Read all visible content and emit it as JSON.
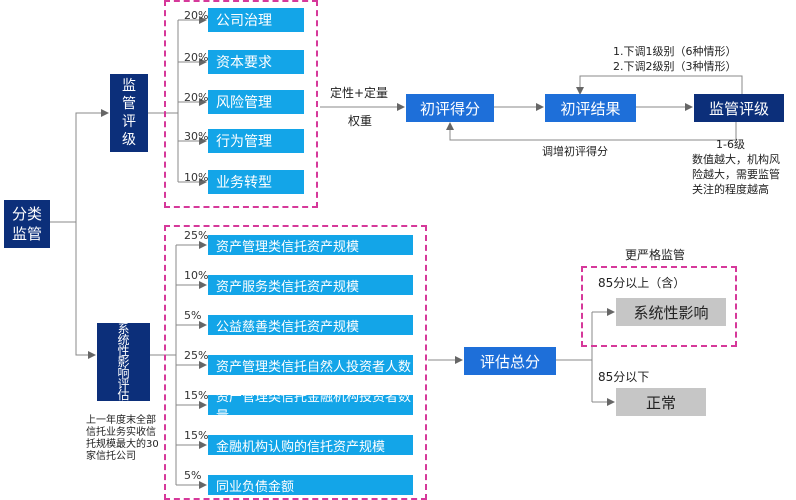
{
  "root": "分类\n监管",
  "rating": {
    "label": "监\n管\n评\n级",
    "items": [
      {
        "pct": "20%",
        "label": "公司治理"
      },
      {
        "pct": "20%",
        "label": "资本要求"
      },
      {
        "pct": "20%",
        "label": "风险管理"
      },
      {
        "pct": "30%",
        "label": "行为管理"
      },
      {
        "pct": "10%",
        "label": "业务转型"
      }
    ],
    "method_top": "定性+定量",
    "method_bottom": "权重",
    "initial_score": "初评得分",
    "initial_result": "初评结果",
    "final_rating": "监管评级",
    "adjust_down_1": "1.下调1级别（6种情形）",
    "adjust_down_2": "2.下调2级别（3种情形）",
    "adjust_up": "调增初评得分",
    "scale": "1-6级",
    "scale_note": "数值越大，机构风\n险越大，需要监管\n关注的程度越高"
  },
  "systemic": {
    "label": "系\n统\n性\n影\n响\n评\n估",
    "items": [
      {
        "pct": "25%",
        "label": "资产管理类信托资产规模"
      },
      {
        "pct": "10%",
        "label": "资产服务类信托资产规模"
      },
      {
        "pct": "5%",
        "label": "公益慈善类信托资产规模"
      },
      {
        "pct": "25%",
        "label": "资产管理类信托自然人投资者人数"
      },
      {
        "pct": "15%",
        "label": "资产管理类信托金融机构投资者数量"
      },
      {
        "pct": "15%",
        "label": "金融机构认购的信托资产规模"
      },
      {
        "pct": "5%",
        "label": "同业负债金额"
      }
    ],
    "scope_note": "上一年度末全部\n信托业务实收信\n托规模最大的30\n家信托公司",
    "total": "评估总分",
    "stricter": "更严格监管",
    "high_threshold": "85分以上（含）",
    "high_result": "系统性影响",
    "low_threshold": "85分以下",
    "low_result": "正常"
  },
  "colors": {
    "navy": "#0c2f7a",
    "blue": "#1e6fd9",
    "cyan": "#13a5e8",
    "pink": "#d6389a",
    "gray": "#c6c6c6"
  }
}
